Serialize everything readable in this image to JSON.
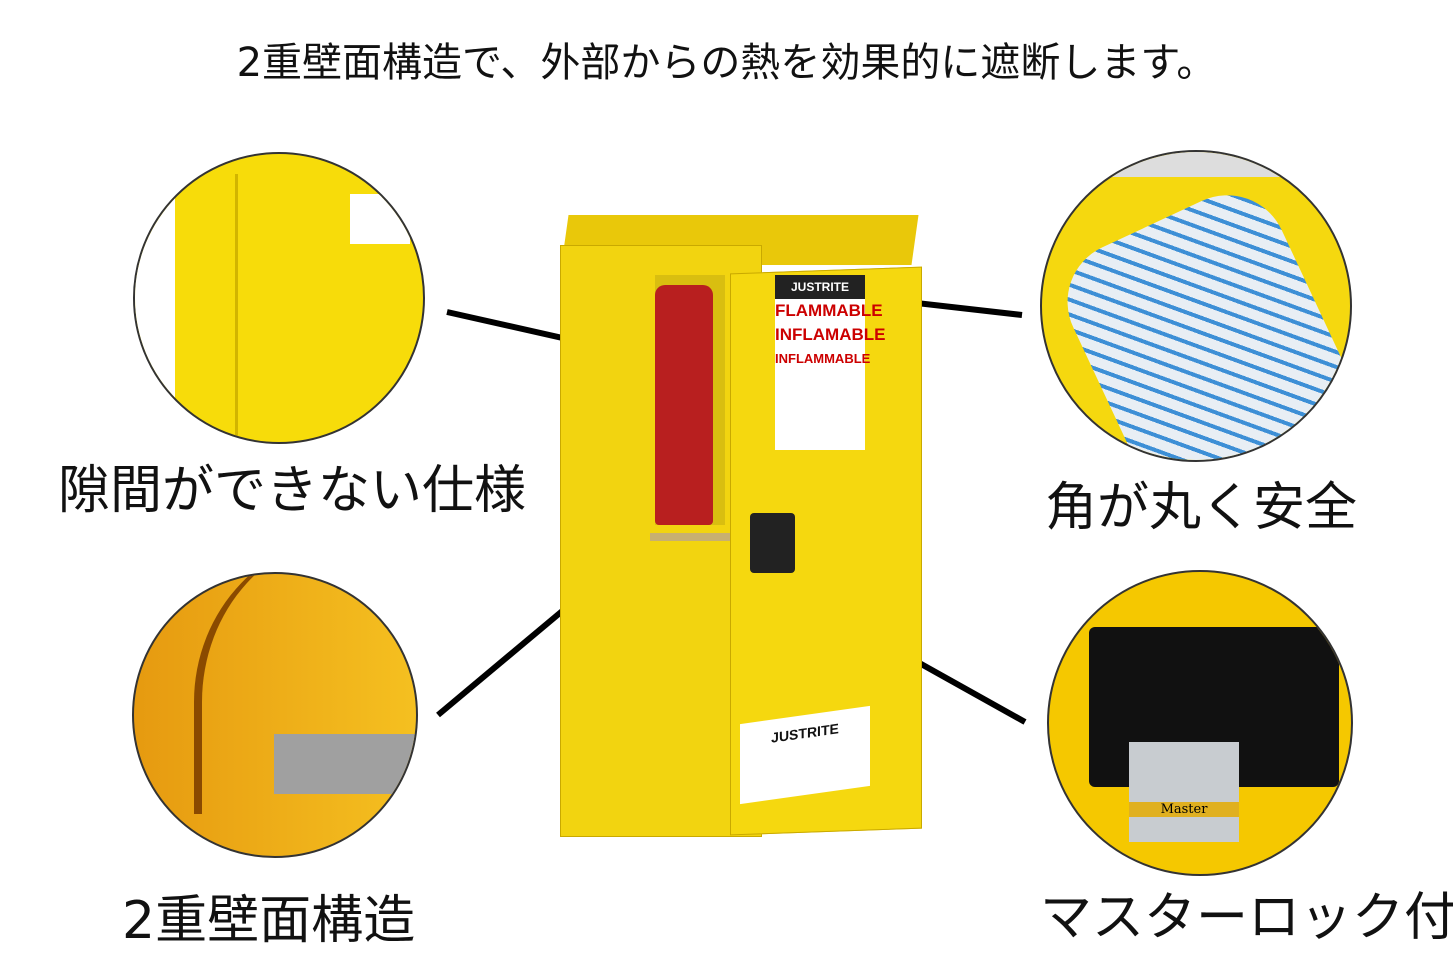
{
  "title": "2重壁面構造で、外部からの熱を効果的に遮断します。",
  "features": [
    {
      "label": "隙間ができない仕様"
    },
    {
      "label": "角が丸く安全"
    },
    {
      "label": "2重壁面構造"
    },
    {
      "label": "マスターロック付"
    }
  ],
  "cabinet": {
    "brand": "JUSTRITE",
    "signs": [
      "FLAMMABLE",
      "INFLAMABLE",
      "INFLAMMABLE"
    ],
    "lock_brand": "Master"
  },
  "colors": {
    "cabinet_yellow": "#f5d80f",
    "can_red": "#b81f1f"
  }
}
